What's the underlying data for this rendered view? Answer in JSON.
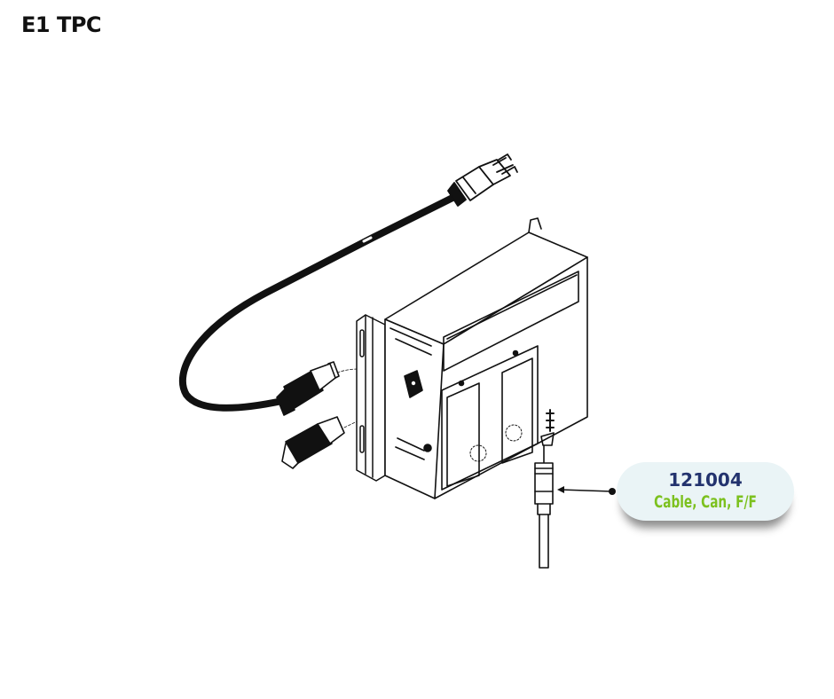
{
  "header": {
    "title": "E1 TPC"
  },
  "diagram": {
    "subject": "TPC power unit with power cord and CAN cable connector",
    "components": [
      "power-cord-plug",
      "power-cord",
      "iec-connector",
      "secondary-connector",
      "tpc-enclosure",
      "mounting-bracket",
      "can-cable-connector"
    ]
  },
  "callouts": [
    {
      "part_number": "121004",
      "description": "Cable, Can, F/F",
      "colors": {
        "part_number": "#23336e",
        "description": "#7cc11f",
        "background": "#eaf4f6"
      }
    }
  ]
}
